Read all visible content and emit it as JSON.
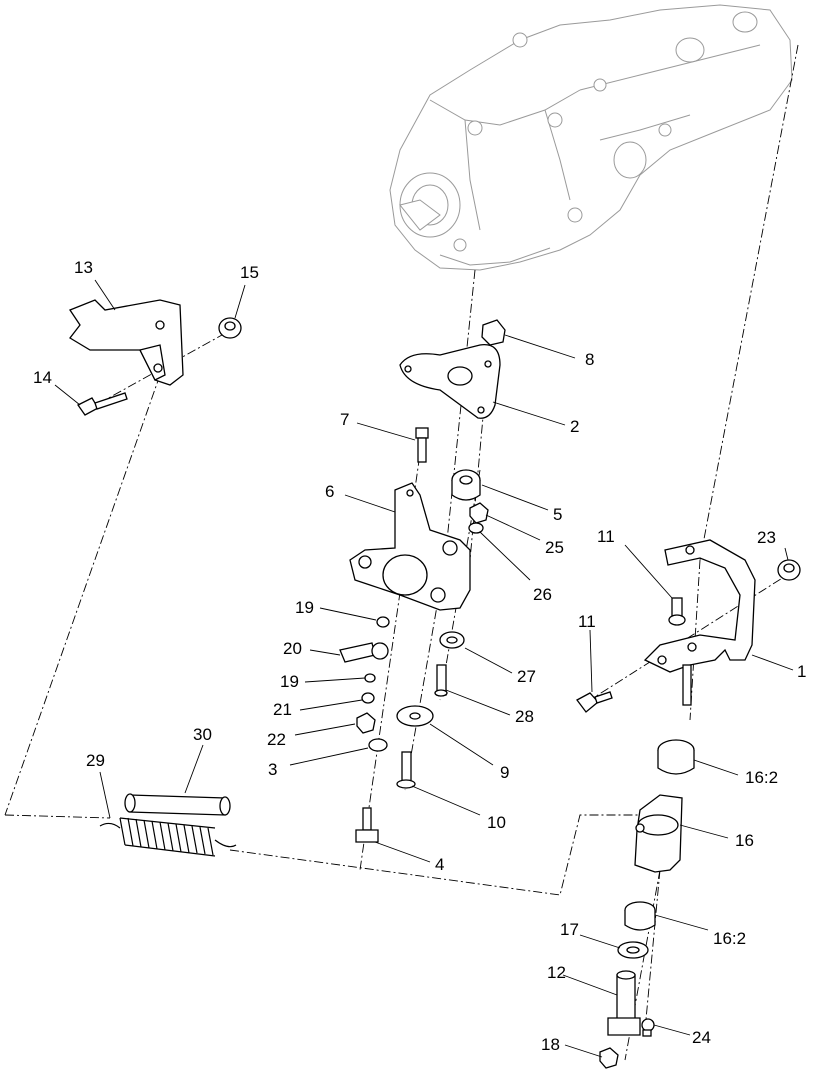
{
  "callouts": {
    "c1": "1",
    "c2": "2",
    "c3": "3",
    "c4": "4",
    "c5": "5",
    "c6": "6",
    "c7": "7",
    "c8": "8",
    "c9": "9",
    "c10": "10",
    "c11a": "11",
    "c11b": "11",
    "c12": "12",
    "c13": "13",
    "c14": "14",
    "c15": "15",
    "c16": "16",
    "c16_2a": "16:2",
    "c16_2b": "16:2",
    "c17": "17",
    "c18": "18",
    "c19a": "19",
    "c19b": "19",
    "c20": "20",
    "c21": "21",
    "c22": "22",
    "c23": "23",
    "c24": "24",
    "c25": "25",
    "c26": "26",
    "c27": "27",
    "c28": "28",
    "c29": "29",
    "c30": "30"
  }
}
